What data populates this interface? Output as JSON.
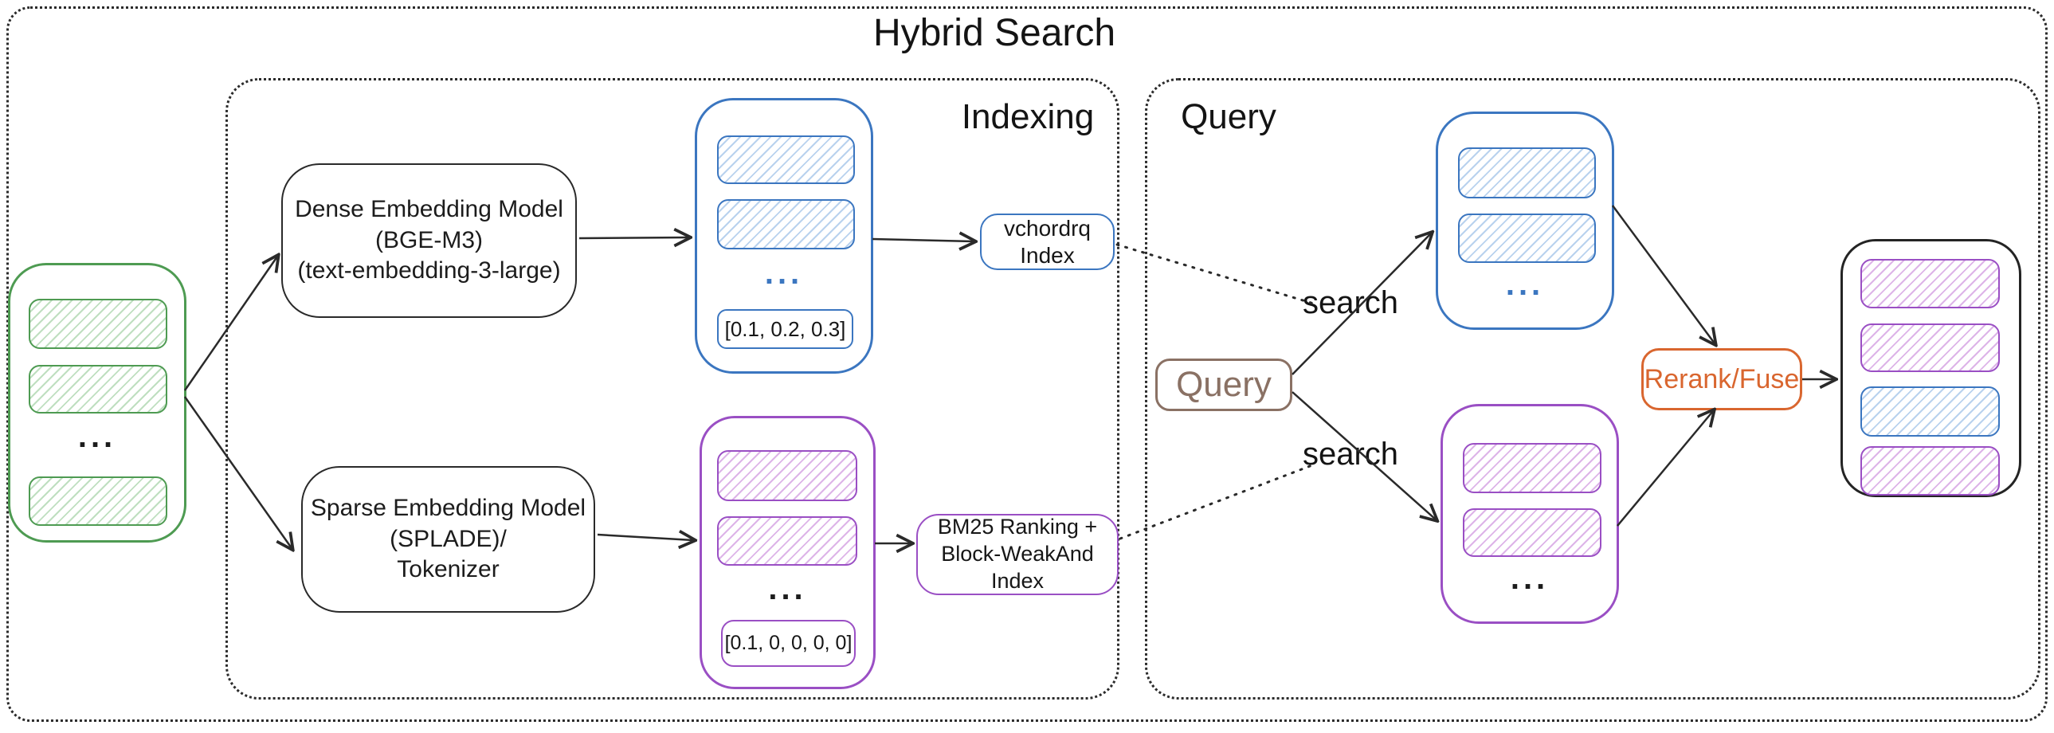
{
  "colors": {
    "ink": "#1f1f1f",
    "green": "#4e9b52",
    "greenHatch": "#bfdfc0",
    "blue": "#3b76c0",
    "blueHatch": "#b9d2ee",
    "purple": "#9a4fc4",
    "purpleHatch": "#ddb4e8",
    "orange": "#d9662f",
    "brown": "#8a7164"
  },
  "title": "Hybrid Search",
  "indexing_panel": {
    "label": "Indexing"
  },
  "query_panel": {
    "label": "Query"
  },
  "documents": {
    "ellipsis": "..."
  },
  "dense_model": {
    "line1": "Dense Embedding Model",
    "line2": "(BGE-M3)",
    "line3": "(text-embedding-3-large)"
  },
  "sparse_model": {
    "line1": "Sparse Embedding Model",
    "line2": "(SPLADE)/",
    "line3": "Tokenizer"
  },
  "dense_vectors": {
    "ellipsis": "...",
    "sample": "[0.1, 0.2, 0.3]"
  },
  "sparse_vectors": {
    "ellipsis": "...",
    "sample": "[0.1, 0, 0, 0, 0]"
  },
  "dense_index": {
    "line1": "vchordrq",
    "line2": "Index"
  },
  "sparse_index": {
    "line1": "BM25 Ranking +",
    "line2": "Block-WeakAnd Index"
  },
  "query_flow": {
    "query_label": "Query",
    "search_dense": "search",
    "search_sparse": "search",
    "dense_results_ellipsis": "...",
    "sparse_results_ellipsis": "...",
    "rerank_label": "Rerank/Fuse"
  }
}
